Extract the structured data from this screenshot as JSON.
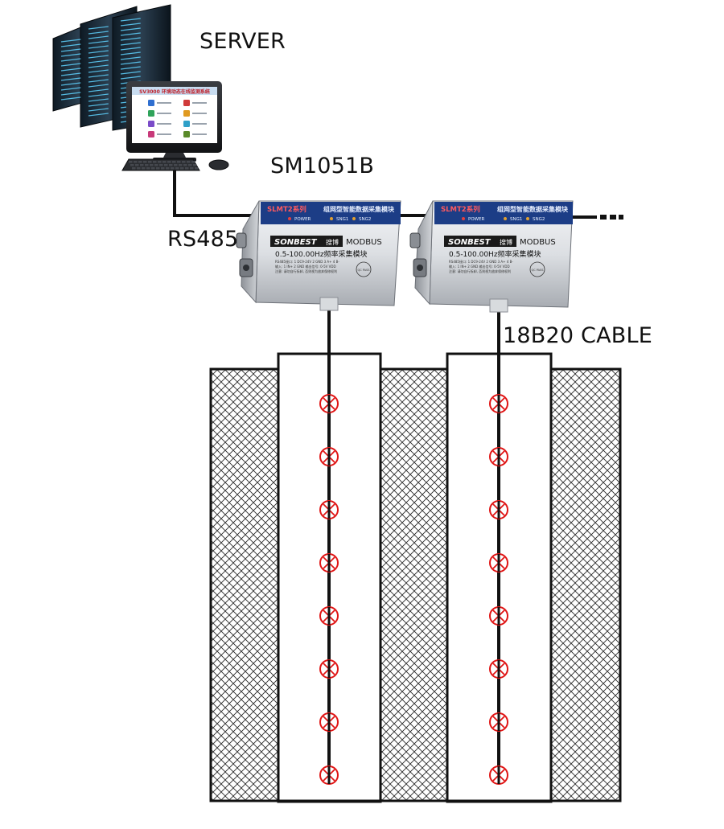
{
  "labels": {
    "server": "SERVER",
    "module_model": "SM1051B",
    "bus": "RS485",
    "cable": "18B20  CABLE"
  },
  "monitor": {
    "screen_title": "SV3000 环境动态在线监测系统"
  },
  "modules": [
    {
      "series": "SLMT2系列",
      "title": "组网型智能数据采集模块",
      "indicators": [
        "POWER",
        "SNG1",
        "SNG2"
      ],
      "brand": "SONBEST",
      "brand_cn": "搜博",
      "protocol": "MODBUS",
      "function": "0.5-100.00Hz频率采集模块",
      "spec_line1": "RS485接口: 1 DC9-24V  2 GND  3 A+  4 B-",
      "spec_line2": "输入: 1 IN+ 2 GND  输出信号: 0-5V VDD",
      "spec_line3": "注意: 请勿自行拆卸, 否则视为放弃保修权利",
      "qc_badge": "QC PASS"
    },
    {
      "series": "SLMT2系列",
      "title": "组网型智能数据采集模块",
      "indicators": [
        "POWER",
        "SNG1",
        "SNG2"
      ],
      "brand": "SONBEST",
      "brand_cn": "搜博",
      "protocol": "MODBUS",
      "function": "0.5-100.00Hz频率采集模块",
      "spec_line1": "RS485接口: 1 DC9-24V  2 GND  3 A+  4 B-",
      "spec_line2": "输入: 1 IN+ 2 GND  输出信号: 0-5V VDD",
      "spec_line3": "注意: 请勿自行拆卸, 否则视为放弃保修权利",
      "qc_badge": "QC PASS"
    }
  ],
  "sensors_per_cable": 8,
  "colors": {
    "line": "#111111",
    "sensor_ring": "#e01515",
    "module_stripe": "#1c3d86",
    "module_stripe_text": "#e8f0ff",
    "module_series_text": "#d8222a",
    "soil_hatch": "#2a2a2a"
  }
}
